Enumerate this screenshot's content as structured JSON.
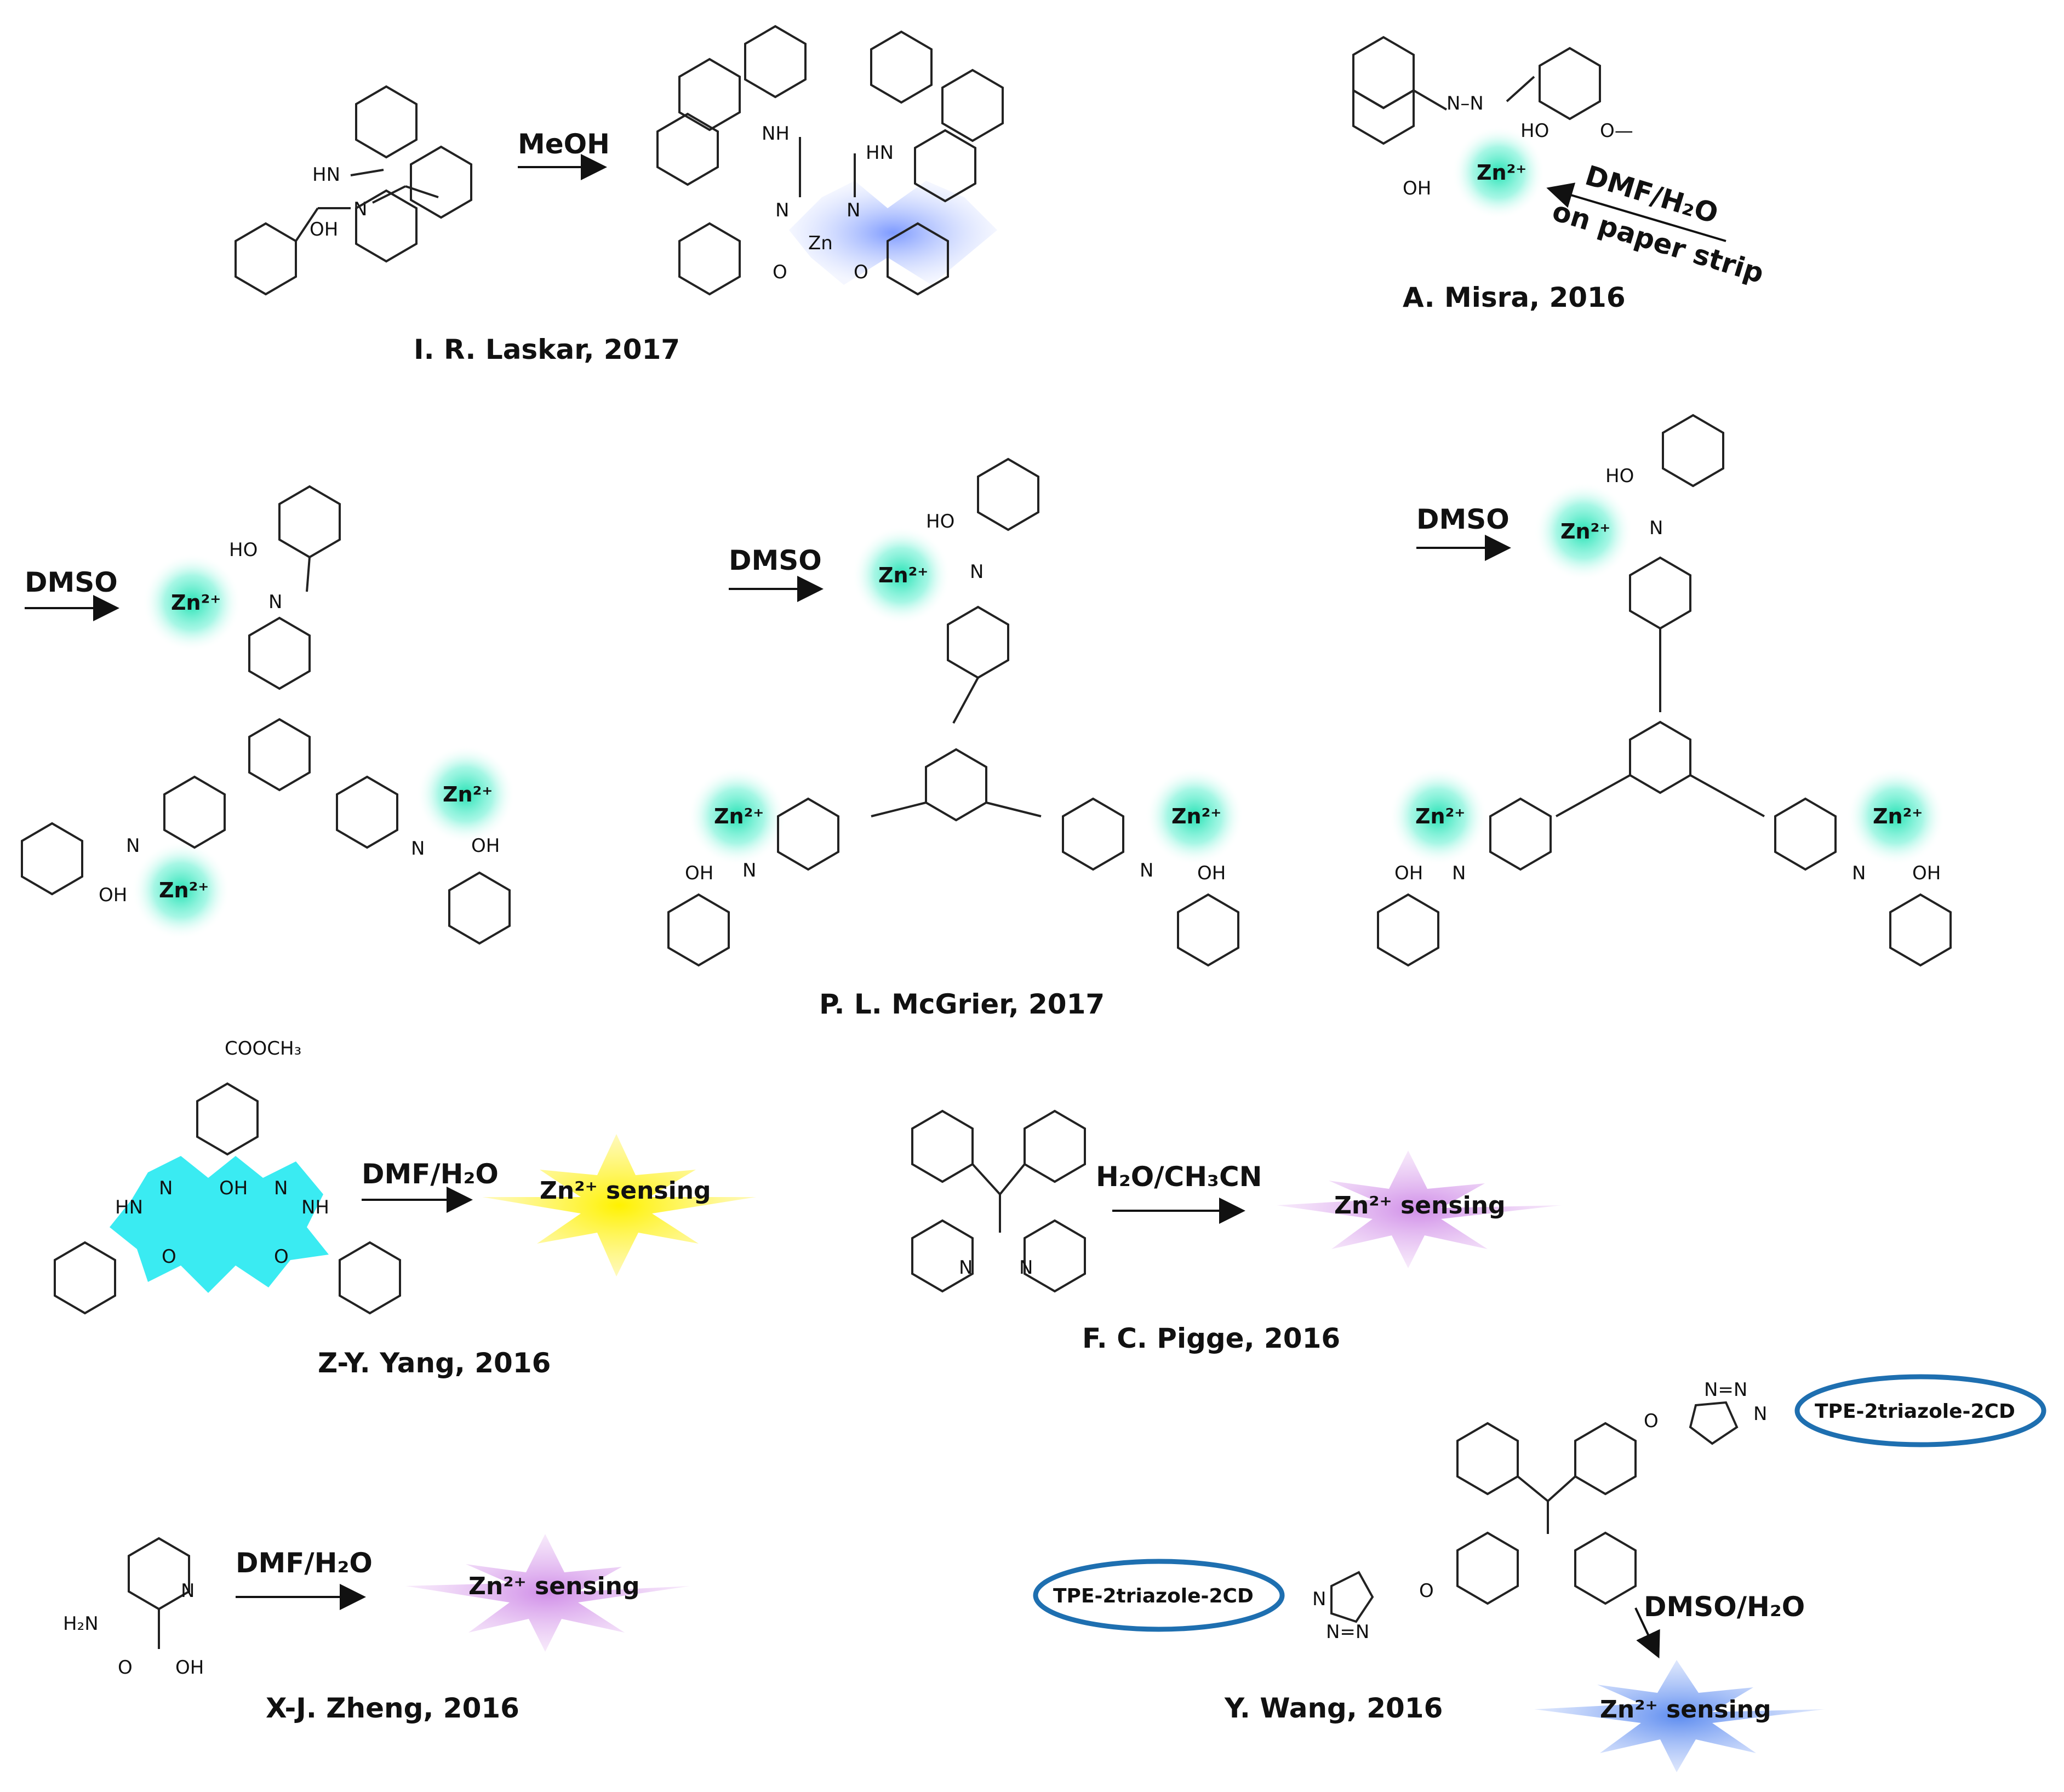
{
  "colors": {
    "zn_glow": "#19e0b0",
    "laskar_glow": "#6f8fff",
    "yang_glow": "#18e8f0",
    "yellow_burst": "#f4ee10",
    "violet_burst": "#d08ee8",
    "blue_burst": "#5d8cf0",
    "ellipse_stroke": "#1e6fb0",
    "arrow": "#111111"
  },
  "credits": {
    "laskar": "I. R. Laskar, 2017",
    "misra": "A. Misra, 2016",
    "mcgrier": "P. L. McGrier, 2017",
    "yang": "Z-Y. Yang, 2016",
    "pigge": "F. C. Pigge, 2016",
    "zheng": "X-J. Zheng, 2016",
    "wang": "Y. Wang, 2016"
  },
  "conditions": {
    "meoh": "MeOH",
    "misra_solvent": "DMF/H₂O",
    "misra_paper": "on paper strip",
    "dmso_1": "DMSO",
    "dmso_2": "DMSO",
    "dmso_3": "DMSO",
    "yang": "DMF/H₂O",
    "pigge": "H₂O/CH₃CN",
    "zheng": "DMF/H₂O",
    "wang": "DMSO/H₂O"
  },
  "zn_ion": "Zn²⁺",
  "sensing": "Zn²⁺ sensing",
  "tpe_tag": "TPE-2triazole-2CD",
  "atoms": {
    "N": "N",
    "HN": "HN",
    "NH": "NH",
    "OH": "OH",
    "HO": "HO",
    "O": "O",
    "Zn": "Zn",
    "O_methyl": "O—",
    "N_N": "N–N",
    "COOCH3": "COOCH₃",
    "HN_amide": "HN",
    "NH_amide": "NH",
    "H2N": "H₂N",
    "N_triazole": "N=N",
    "N1": "N"
  }
}
